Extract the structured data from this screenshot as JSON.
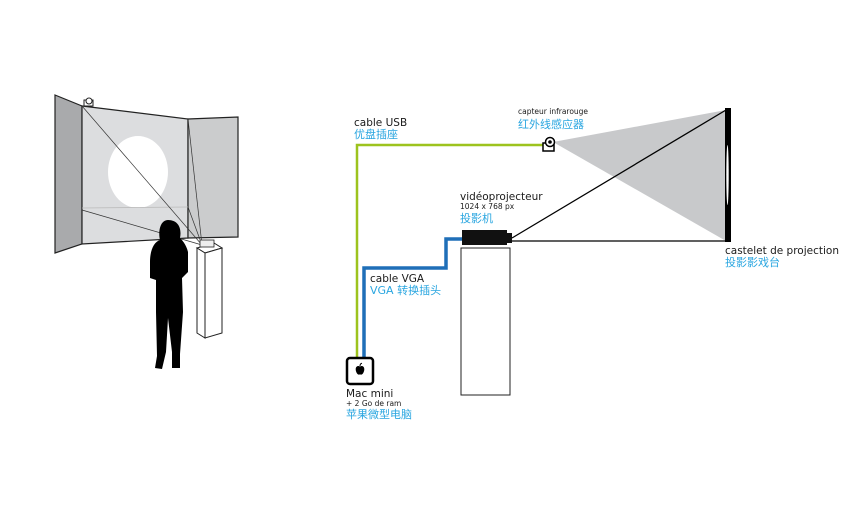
{
  "colors": {
    "usb": "#9dc31e",
    "vga": "#1f6fb8",
    "chinese_text": "#2aa6e0",
    "cone": "#c8c9cb"
  },
  "labels": {
    "usb": {
      "fr": "cable USB",
      "cn": "优盘插座"
    },
    "sensor": {
      "fr": "capteur infrarouge",
      "cn": "红外线感应器"
    },
    "projector": {
      "fr": "vidéoprojecteur",
      "spec": "1024 x 768 px",
      "cn": "投影机"
    },
    "vga": {
      "fr": "cable VGA",
      "cn": "VGA 转换插头"
    },
    "mac": {
      "fr": "Mac mini",
      "spec": "+ 2 Go de ram",
      "cn": "苹果微型电脑"
    },
    "screen": {
      "fr": "castelet de projection",
      "cn": "投影影戏台"
    }
  },
  "icons": [
    "apple-icon",
    "infrared-sensor-icon"
  ]
}
